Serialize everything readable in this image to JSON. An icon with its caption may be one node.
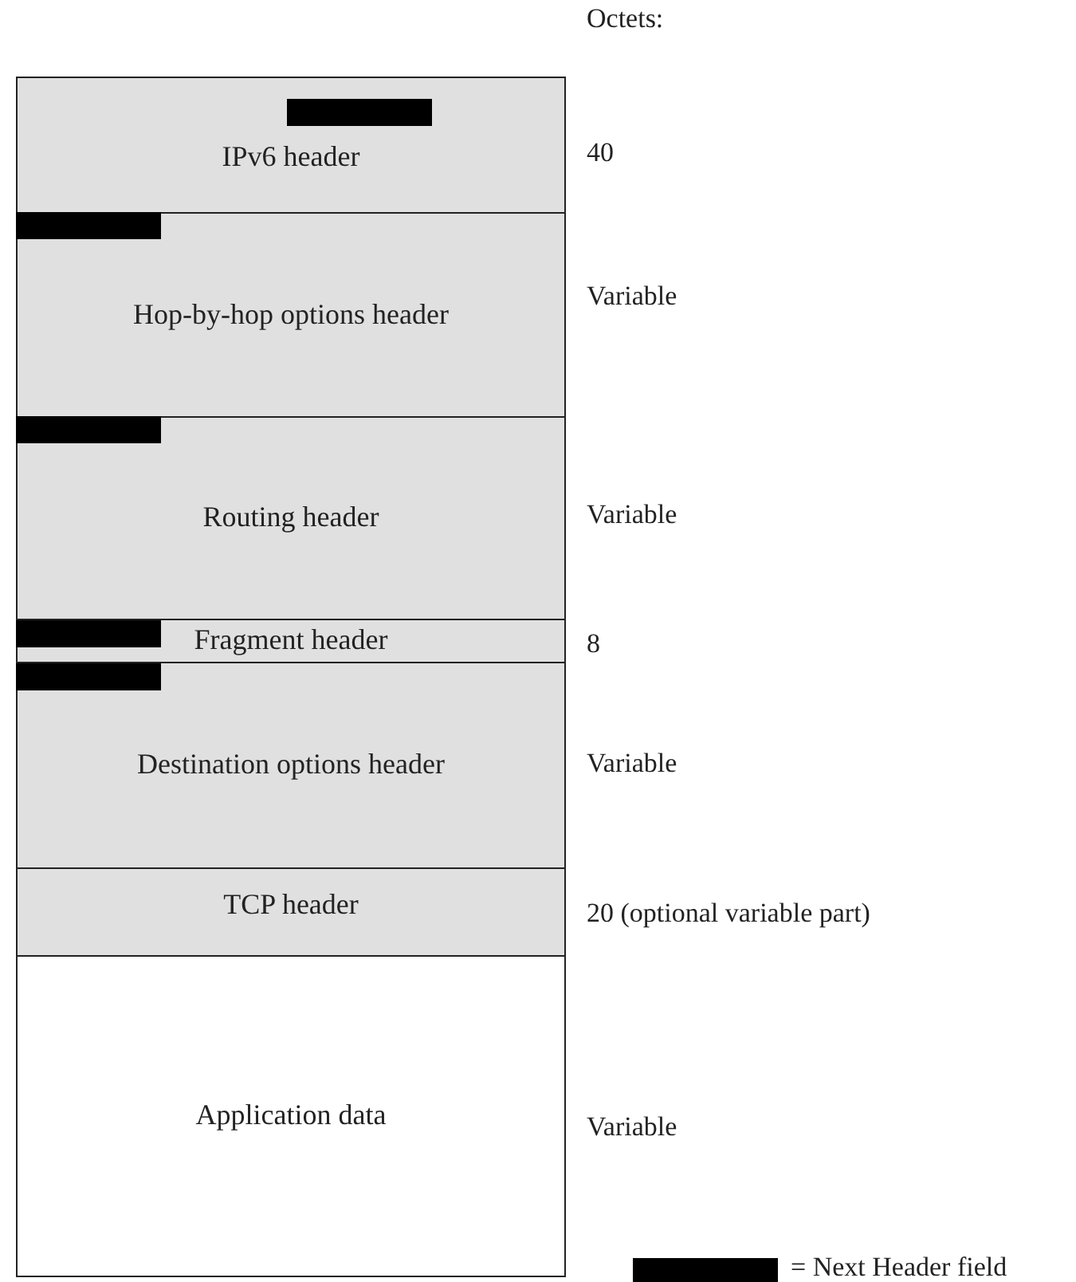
{
  "diagram": {
    "nodes": [
      {
        "text": [
          "IPv6 header"
        ],
        "beside": [
          "40"
        ]
      },
      {
        "text": [
          "Hop-by-hop options header"
        ],
        "beside": [
          "Variable"
        ]
      },
      {
        "text": [
          "Routing header"
        ],
        "beside": [
          "Variable"
        ]
      },
      {
        "text": [
          "Fragment header"
        ],
        "beside": [
          "8"
        ]
      },
      {
        "text": [
          "Destination options header"
        ],
        "beside": [
          "Variable"
        ]
      },
      {
        "text": [
          "TCP header"
        ],
        "beside": [
          "20 (optional variable part)"
        ]
      },
      {
        "text": [
          "Application data"
        ],
        "beside": [
          "Variable"
        ]
      }
    ],
    "labels": [
      "Octets:"
    ],
    "legend": [
      {
        "text": "= Next Header field",
        "color": "#000000"
      }
    ]
  }
}
